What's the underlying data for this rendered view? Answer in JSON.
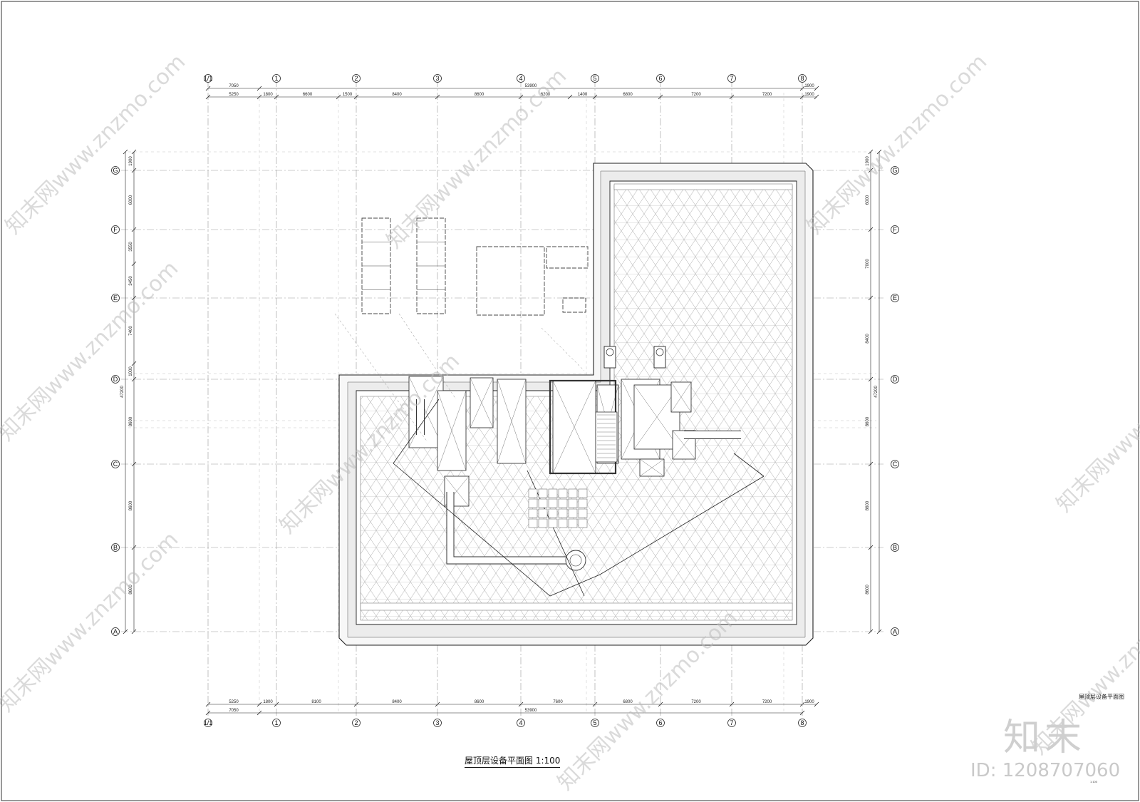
{
  "drawing": {
    "title": "屋顶层设备平面图 1:100",
    "sheet_label": "屋顶层设备平面图",
    "scale_note": "1:100"
  },
  "grid": {
    "columns_top": [
      "1/1",
      "1",
      "2",
      "3",
      "4",
      "5",
      "6",
      "7",
      "8"
    ],
    "columns_bottom": [
      "1/1",
      "1",
      "2",
      "3",
      "4",
      "5",
      "6",
      "7",
      "8"
    ],
    "rows": [
      "G",
      "F",
      "E",
      "D",
      "C",
      "B",
      "A"
    ],
    "dims_top_overall": [
      "7050",
      "53900",
      "1900"
    ],
    "dims_top_spans": [
      "5250",
      "1800",
      "6600",
      "1500",
      "8400",
      "8600",
      "6200",
      "1400",
      "6800",
      "7200",
      "7200",
      "1900"
    ],
    "dims_bottom_spans": [
      "5250",
      "1800",
      "8100",
      "8400",
      "8600",
      "7600",
      "6800",
      "7200",
      "7200",
      "1900"
    ],
    "dims_bottom_overall": [
      "7050",
      "53900"
    ],
    "dims_left": [
      "1900",
      "6000",
      "3550",
      "3450",
      "7400",
      "1000",
      "8600",
      "8600",
      "8600"
    ],
    "dims_left_overall": "47200",
    "dims_right": [
      "1900",
      "6000",
      "7000",
      "8400",
      "8600",
      "8600",
      "8600"
    ],
    "dims_right_overall": "47200"
  },
  "watermark": {
    "text": "知末网www.znzmo.com",
    "brand": "知末",
    "id": "ID: 1208707060"
  },
  "colors": {
    "line": "#222222",
    "grid_line": "#9a9a9a",
    "watermark": "#bdbdbd"
  }
}
